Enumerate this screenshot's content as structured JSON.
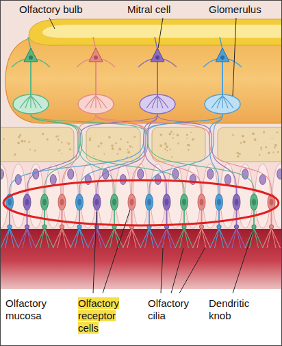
{
  "diagram": {
    "labels": [
      "Olfactory bulb",
      "Mitral cell",
      "Glomerulus",
      "Olfactory mucosa",
      "Olfactory receptor cells",
      "Olfactory cilia",
      "Dendritic knob"
    ]
  }
}
